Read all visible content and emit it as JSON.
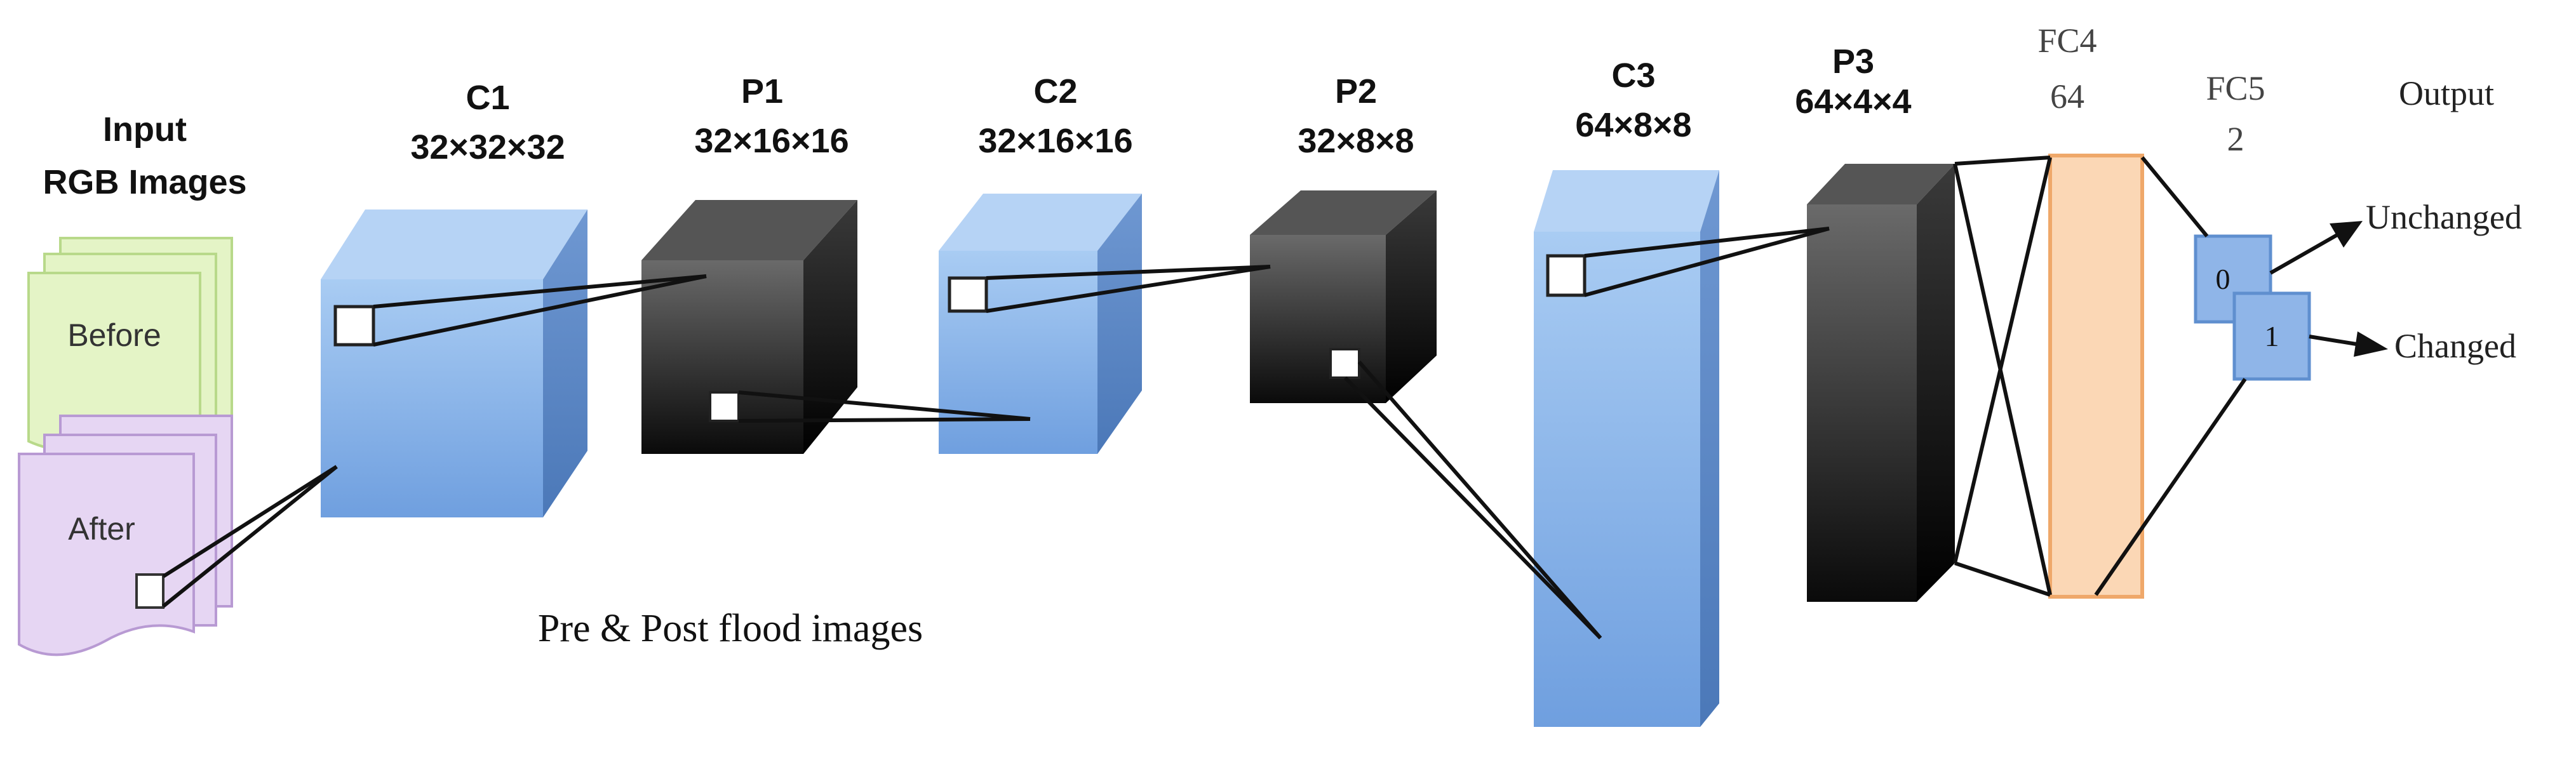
{
  "input": {
    "title_line1": "Input",
    "title_line2": "RGB Images",
    "before_label": "Before",
    "after_label": "After"
  },
  "layers": [
    {
      "name": "C1",
      "dims": "32×32×32"
    },
    {
      "name": "P1",
      "dims": "32×16×16"
    },
    {
      "name": "C2",
      "dims": "32×16×16"
    },
    {
      "name": "P2",
      "dims": "32×8×8"
    },
    {
      "name": "C3",
      "dims": "64×8×8"
    },
    {
      "name": "P3",
      "dims": "64×4×4"
    },
    {
      "name": "FC4",
      "dims": "64"
    },
    {
      "name": "FC5",
      "dims": "2"
    }
  ],
  "output": {
    "title": "Output",
    "node0": "0",
    "node1": "1",
    "label_unchanged": "Unchanged",
    "label_changed": "Changed"
  },
  "caption": "Pre & Post flood images",
  "colors": {
    "conv_blue": "#8fb8ec",
    "pool_dark": "#2b2b2b",
    "fc_orange": "#fbd7b5",
    "before_green": "#e4f4c6",
    "after_purple": "#e6d6f3",
    "output_node_blue": "#8fb5e8"
  }
}
